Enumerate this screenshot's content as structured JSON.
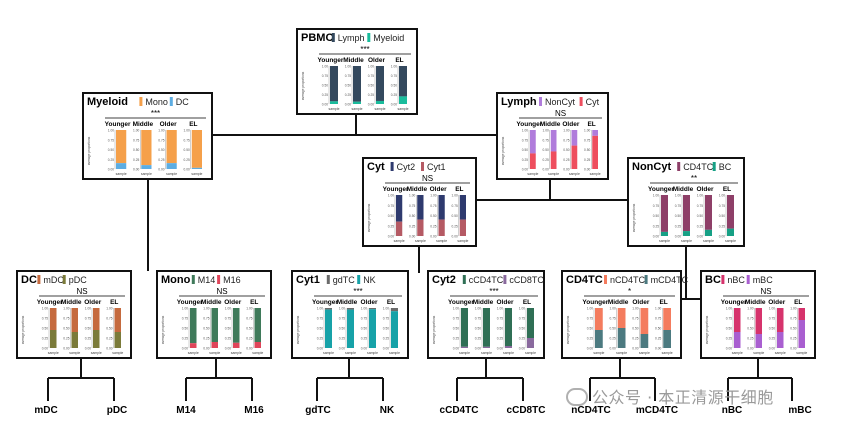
{
  "panel_common": {
    "groups": [
      "Younger",
      "Middle",
      "Older",
      "EL"
    ],
    "y_axis_label": "average proportions",
    "y_ticks": [
      "1.00",
      "0.75",
      "0.50",
      "0.25",
      "0.00"
    ],
    "x_axis_label": "sample"
  },
  "panels": [
    {
      "id": "pbmc",
      "title": "PBMC",
      "sig": "***",
      "legend": [
        {
          "label": "Lymph",
          "color": "#34495e"
        },
        {
          "label": "Myeloid",
          "color": "#1abc9c"
        }
      ],
      "fractions": [
        [
          0.93,
          0.07
        ],
        [
          0.94,
          0.06
        ],
        [
          0.92,
          0.08
        ],
        [
          0.8,
          0.2
        ]
      ]
    },
    {
      "id": "myeloid",
      "title": "Myeloid",
      "sig": "***",
      "legend": [
        {
          "label": "Mono",
          "color": "#f5a04a"
        },
        {
          "label": "DC",
          "color": "#5dade2"
        }
      ],
      "fractions": [
        [
          0.85,
          0.15
        ],
        [
          0.9,
          0.1
        ],
        [
          0.85,
          0.15
        ],
        [
          0.97,
          0.03
        ]
      ]
    },
    {
      "id": "lymph",
      "title": "Lymph",
      "sig": "NS",
      "legend": [
        {
          "label": "NonCyt",
          "color": "#b07cdb"
        },
        {
          "label": "Cyt",
          "color": "#ee4e5e"
        }
      ],
      "fractions": [
        [
          0.6,
          0.4
        ],
        [
          0.55,
          0.45
        ],
        [
          0.4,
          0.6
        ],
        [
          0.15,
          0.85
        ]
      ]
    },
    {
      "id": "cyt",
      "title": "Cyt",
      "sig": "NS",
      "legend": [
        {
          "label": "Cyt2",
          "color": "#2e3a6e"
        },
        {
          "label": "Cyt1",
          "color": "#b55a64"
        }
      ],
      "fractions": [
        [
          0.65,
          0.35
        ],
        [
          0.6,
          0.4
        ],
        [
          0.6,
          0.4
        ],
        [
          0.6,
          0.4
        ]
      ]
    },
    {
      "id": "noncyt",
      "title": "NonCyt",
      "sig": "**",
      "legend": [
        {
          "label": "CD4TC",
          "color": "#8e3f68"
        },
        {
          "label": "BC",
          "color": "#16a085"
        }
      ],
      "fractions": [
        [
          0.9,
          0.1
        ],
        [
          0.88,
          0.12
        ],
        [
          0.85,
          0.15
        ],
        [
          0.82,
          0.18
        ]
      ]
    },
    {
      "id": "dc",
      "title": "DC",
      "sig": "NS",
      "legend": [
        {
          "label": "mDC",
          "color": "#c56a3e"
        },
        {
          "label": "pDC",
          "color": "#7b7b3a"
        }
      ],
      "fractions": [
        [
          0.55,
          0.45
        ],
        [
          0.6,
          0.4
        ],
        [
          0.55,
          0.45
        ],
        [
          0.6,
          0.4
        ]
      ]
    },
    {
      "id": "mono",
      "title": "Mono",
      "sig": "NS",
      "legend": [
        {
          "label": "M14",
          "color": "#3f7a5a"
        },
        {
          "label": "M16",
          "color": "#e0455a"
        }
      ],
      "fractions": [
        [
          0.88,
          0.12
        ],
        [
          0.85,
          0.15
        ],
        [
          0.87,
          0.13
        ],
        [
          0.85,
          0.15
        ]
      ]
    },
    {
      "id": "cyt1",
      "title": "Cyt1",
      "sig": "***",
      "legend": [
        {
          "label": "gdTC",
          "color": "#6b6b6b"
        },
        {
          "label": "NK",
          "color": "#17a2a8"
        }
      ],
      "fractions": [
        [
          0.04,
          0.96
        ],
        [
          0.04,
          0.96
        ],
        [
          0.03,
          0.97
        ],
        [
          0.08,
          0.92
        ]
      ]
    },
    {
      "id": "cyt2",
      "title": "Cyt2",
      "sig": "***",
      "legend": [
        {
          "label": "cCD4TC",
          "color": "#2f6f55"
        },
        {
          "label": "cCD8TC",
          "color": "#8a6a9e"
        }
      ],
      "fractions": [
        [
          0.97,
          0.03
        ],
        [
          0.97,
          0.03
        ],
        [
          0.95,
          0.05
        ],
        [
          0.75,
          0.25
        ]
      ]
    },
    {
      "id": "cd4tc",
      "title": "CD4TC",
      "sig": "*",
      "legend": [
        {
          "label": "nCD4TC",
          "color": "#f47c5e"
        },
        {
          "label": "mCD4TC",
          "color": "#4c7a80"
        }
      ],
      "fractions": [
        [
          0.55,
          0.45
        ],
        [
          0.5,
          0.5
        ],
        [
          0.65,
          0.35
        ],
        [
          0.55,
          0.45
        ]
      ]
    },
    {
      "id": "bc",
      "title": "BC",
      "sig": "NS",
      "legend": [
        {
          "label": "nBC",
          "color": "#d6336c"
        },
        {
          "label": "mBC",
          "color": "#a95fd0"
        }
      ],
      "fractions": [
        [
          0.6,
          0.4
        ],
        [
          0.65,
          0.35
        ],
        [
          0.6,
          0.4
        ],
        [
          0.3,
          0.7
        ]
      ]
    }
  ],
  "leaves": [
    "mDC",
    "pDC",
    "M14",
    "M16",
    "gdTC",
    "NK",
    "cCD4TC",
    "cCD8TC",
    "nCD4TC",
    "mCD4TC",
    "nBC",
    "mBC"
  ],
  "watermark": "公众号 · 本正清源干细胞"
}
